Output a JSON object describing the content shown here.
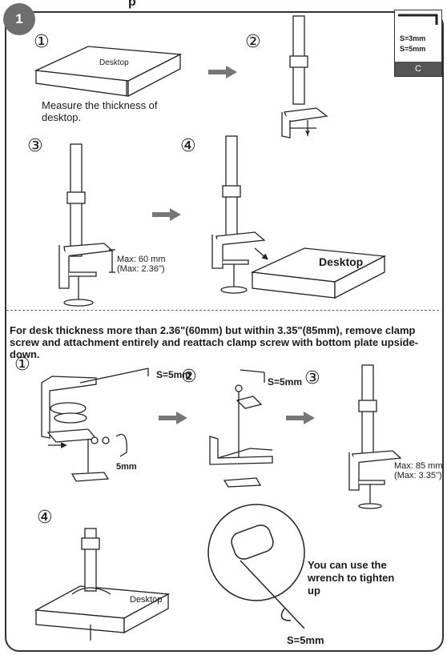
{
  "header": {
    "section_number": "1",
    "title_fragment": "p"
  },
  "legend": {
    "size_a": "S=3mm",
    "size_b": "S=5mm",
    "letter": "C"
  },
  "steps": {
    "s1": "①",
    "s2": "②",
    "s3": "③",
    "s4": "④"
  },
  "top": {
    "desktop_label_1": "Desktop",
    "measure_text": "Measure the thickness of desktop.",
    "max_label_line1": "Max: 60 mm",
    "max_label_line2": "(Max: 2.36\")",
    "desktop_label_2": "Desktop"
  },
  "bottom": {
    "note": "For desk thickness more than 2.36\"(60mm) but within 3.35\"(85mm), remove clamp screw and attachment entirely and reattach clamp screw with bottom plate upside-down.",
    "wrench_label_1": "S=5mm",
    "mm_label": "5mm",
    "wrench_label_2": "S=5mm",
    "max_label_line1": "Max: 85 mm",
    "max_label_line2": "(Max: 3.35\")",
    "desktop_label": "Desktop",
    "tip_text": "You can use the wrench to tighten up",
    "wrench_label_3": "S=5mm"
  },
  "colors": {
    "ink": "#1a1a1a",
    "badge": "#6e6e6e",
    "legend_bar": "#555555"
  }
}
